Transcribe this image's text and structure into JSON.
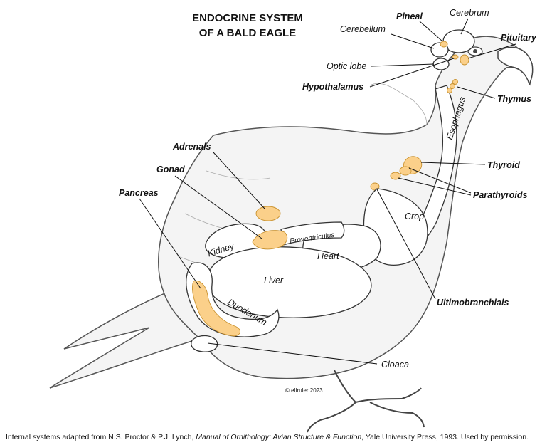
{
  "title_line1": "ENDOCRINE SYSTEM",
  "title_line2": "OF A BALD EAGLE",
  "labels": {
    "cerebrum": "Cerebrum",
    "pineal": "Pineal",
    "cerebellum": "Cerebellum",
    "pituitary": "Pituitary",
    "optic_lobe": "Optic lobe",
    "hypothalamus": "Hypothalamus",
    "thymus": "Thymus",
    "esophagus": "Esophagus",
    "thyroid": "Thyroid",
    "parathyroids": "Parathyroids",
    "adrenals": "Adrenals",
    "gonad": "Gonad",
    "pancreas": "Pancreas",
    "crop": "Crop",
    "kidney": "Kidney",
    "proventriculus": "Proventriculus",
    "heart": "Heart",
    "liver": "Liver",
    "duodenum": "Duodenum",
    "ultimobranchials": "Ultimobranchials",
    "cloaca": "Cloaca"
  },
  "copyright": "© elfruler 2023",
  "credit": {
    "prefix": "Internal systems adapted from N.S. Proctor & P.J. Lynch, ",
    "book": "Manual of Ornithology: Avian Structure & Function",
    "suffix": ", Yale University Press, 1993. Used by permission."
  },
  "colors": {
    "gland_fill": "#fbd08a",
    "outline": "#333333"
  }
}
